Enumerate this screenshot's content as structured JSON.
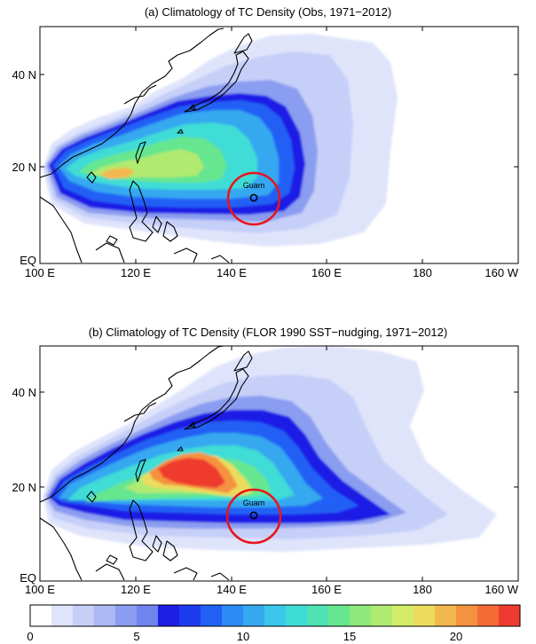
{
  "panels": [
    {
      "title": "(a) Climatology of TC Density (Obs, 1971−2012)",
      "marker_label": "Guam",
      "x_ticks": [
        "100 E",
        "120 E",
        "140 E",
        "160 E",
        "180",
        "160 W"
      ],
      "y_ticks": [
        "EQ",
        "20 N",
        "40 N"
      ]
    },
    {
      "title": "(b) Climatology of TC Density (FLOR 1990 SST−nudging, 1971−2012)",
      "marker_label": "Guam",
      "x_ticks": [
        "100 E",
        "120 E",
        "140 E",
        "160 E",
        "180",
        "160 W"
      ],
      "y_ticks": [
        "EQ",
        "20 N",
        "40 N"
      ]
    }
  ],
  "colorbar": {
    "ticks": [
      "0",
      "5",
      "10",
      "15",
      "20"
    ],
    "colors": [
      "#ffffff",
      "#dfe4fb",
      "#c6cff8",
      "#aab8f3",
      "#8b9df0",
      "#6f84ee",
      "#1e1ee6",
      "#1d3cf0",
      "#2060f5",
      "#2c8af5",
      "#35a8f0",
      "#3cc7ea",
      "#3fdcd6",
      "#4fe2b4",
      "#66e68f",
      "#8ee87b",
      "#b1ea70",
      "#d2ec68",
      "#ecdc5d",
      "#f3b84d",
      "#f59240",
      "#f56b36",
      "#ef3b2f"
    ],
    "min": 0,
    "max": 23
  },
  "colors": {
    "guam_circle": "#e8151b",
    "land_outline": "#000000"
  }
}
